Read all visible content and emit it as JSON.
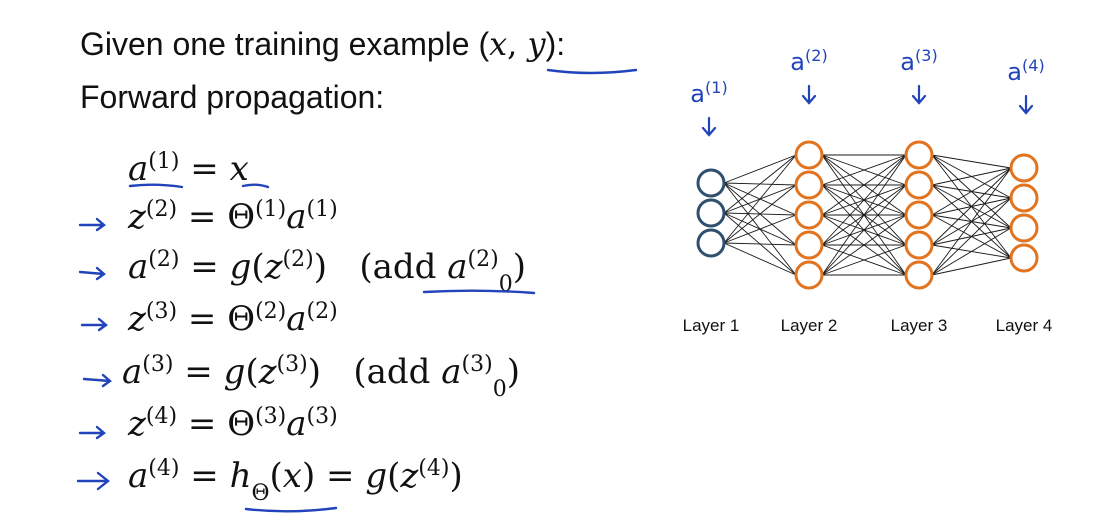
{
  "heading": {
    "given_prefix": "Given one training example (",
    "x": "x",
    "comma": ", ",
    "y": "y",
    "given_suffix": "):",
    "subheading": "Forward propagation:"
  },
  "equations": [
    {
      "lhs": "a",
      "lhs_sup": "(1)",
      "rhs": [
        {
          "t": "= "
        },
        {
          "t": "x",
          "i": true
        }
      ]
    },
    {
      "lhs": "z",
      "lhs_sup": "(2)",
      "rhs": [
        {
          "t": "= Θ"
        },
        {
          "t": "(1)",
          "sup": true
        },
        {
          "t": "a",
          "i": true
        },
        {
          "t": "(1)",
          "sup": true
        }
      ]
    },
    {
      "lhs": "a",
      "lhs_sup": "(2)",
      "rhs": [
        {
          "t": "= "
        },
        {
          "t": "g",
          "i": true
        },
        {
          "t": "("
        },
        {
          "t": "z",
          "i": true
        },
        {
          "t": "(2)",
          "sup": true
        },
        {
          "t": ")   (add "
        },
        {
          "t": "a",
          "i": true
        },
        {
          "t": "(2)",
          "sup": true
        },
        {
          "t": "0",
          "sub": true
        },
        {
          "t": ")"
        }
      ]
    },
    {
      "lhs": "z",
      "lhs_sup": "(3)",
      "rhs": [
        {
          "t": "= Θ"
        },
        {
          "t": "(2)",
          "sup": true
        },
        {
          "t": "a",
          "i": true
        },
        {
          "t": "(2)",
          "sup": true
        }
      ]
    },
    {
      "lhs": "a",
      "lhs_sup": "(3)",
      "rhs": [
        {
          "t": "= "
        },
        {
          "t": "g",
          "i": true
        },
        {
          "t": "("
        },
        {
          "t": "z",
          "i": true
        },
        {
          "t": "(3)",
          "sup": true
        },
        {
          "t": ")   (add "
        },
        {
          "t": "a",
          "i": true
        },
        {
          "t": "(3)",
          "sup": true
        },
        {
          "t": "0",
          "sub": true
        },
        {
          "t": ")"
        }
      ]
    },
    {
      "lhs": "z",
      "lhs_sup": "(4)",
      "rhs": [
        {
          "t": "= Θ"
        },
        {
          "t": "(3)",
          "sup": true
        },
        {
          "t": "a",
          "i": true
        },
        {
          "t": "(3)",
          "sup": true
        }
      ]
    },
    {
      "lhs": "a",
      "lhs_sup": "(4)",
      "rhs": [
        {
          "t": "= "
        },
        {
          "t": "h",
          "i": true
        },
        {
          "t": "Θ",
          "sub": true
        },
        {
          "t": "("
        },
        {
          "t": "x",
          "i": true
        },
        {
          "t": ") = "
        },
        {
          "t": "g",
          "i": true
        },
        {
          "t": "("
        },
        {
          "t": "z",
          "i": true
        },
        {
          "t": "(4)",
          "sup": true
        },
        {
          "t": ")"
        }
      ]
    }
  ],
  "network": {
    "layers": [
      {
        "label": "Layer 1",
        "units": 3,
        "annotation": "a(1)",
        "ann_base": "a",
        "ann_sup": "(1)",
        "color": "#2f4f6f"
      },
      {
        "label": "Layer 2",
        "units": 5,
        "annotation": "a(2)",
        "ann_base": "a",
        "ann_sup": "(2)",
        "color": "#e2731f"
      },
      {
        "label": "Layer 3",
        "units": 5,
        "annotation": "a(3)",
        "ann_base": "a",
        "ann_sup": "(3)",
        "color": "#e2731f"
      },
      {
        "label": "Layer 4",
        "units": 4,
        "annotation": "a(4)",
        "ann_base": "a",
        "ann_sup": "(4)",
        "color": "#e2731f"
      }
    ],
    "edge_color": "#1a1a1a"
  },
  "colors": {
    "ink": "#111111",
    "pen": "#2244bb"
  }
}
